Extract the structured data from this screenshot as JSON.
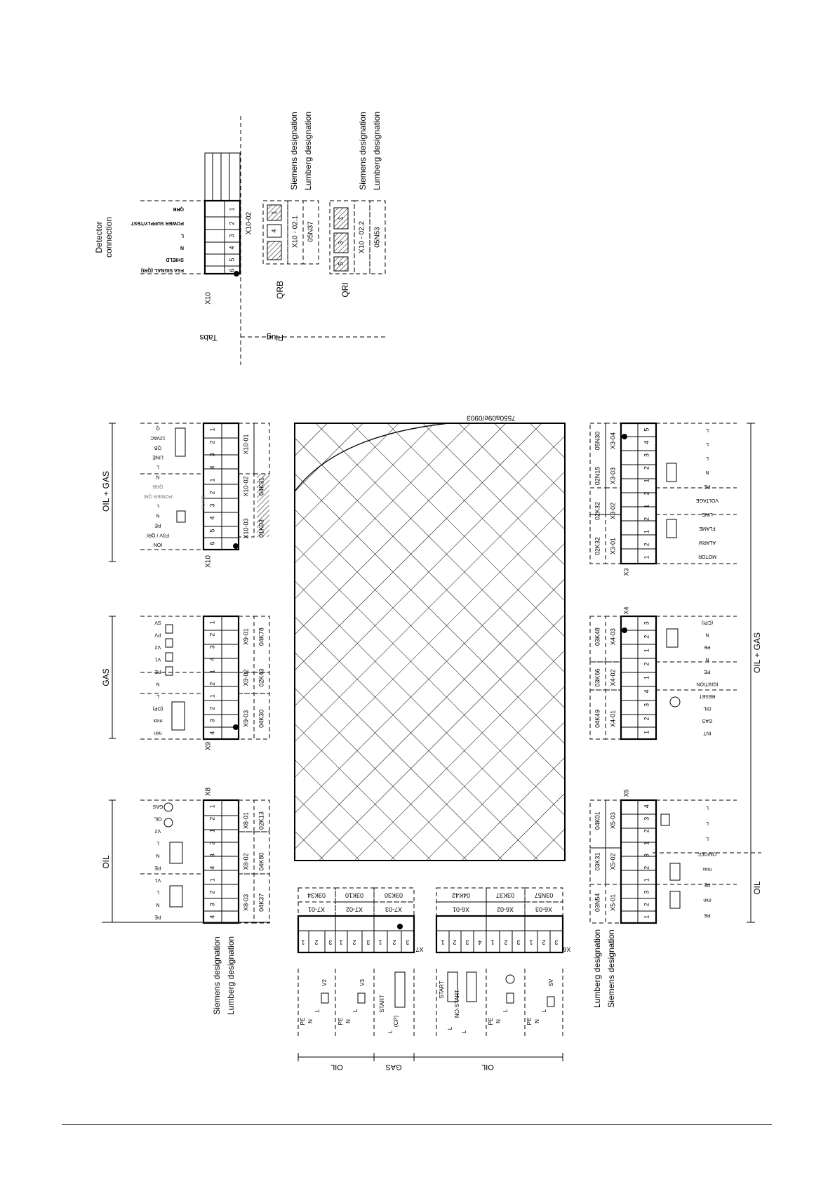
{
  "detector": {
    "title_line1": "Detector",
    "title_line2": "connection",
    "signals": [
      "QRB",
      "POWER SUPPLY/TEST",
      "L",
      "N",
      "SHIELD",
      "FSA SIGNAL (QRI)"
    ],
    "pins": [
      "1",
      "2",
      "3",
      "4",
      "5",
      "6"
    ],
    "tabs_label": "Tabs",
    "plug_label": "Plug",
    "x10_label": "X10",
    "x10_02_label": "X10-02",
    "qrb_label": "QRB",
    "qrb_plug": "X10 - 02.1",
    "qrb_lumberg": "05N37",
    "qrb_pin_a": "4",
    "qrb_pin_b": "1",
    "qri_label": "QRI",
    "qri_plug": "X10 - 02.2",
    "qri_lumberg": "05N53",
    "qri_pins": [
      "5",
      "3",
      "1"
    ],
    "siemens": "Siemens designation",
    "lumberg": "Lumberg designation"
  },
  "drawing_number": "7550a09e/0903",
  "left": {
    "oilgas_label": "OIL + GAS",
    "gas_label": "GAS",
    "oil_label": "OIL",
    "x10": {
      "label": "X10",
      "pins": [
        "6",
        "5",
        "4",
        "3",
        "2",
        "1",
        "4",
        "3",
        "2",
        "1"
      ],
      "signals": [
        "ION",
        "FSV / QRI",
        "PE",
        "N",
        "L",
        "POWER QRI",
        "QRB",
        "N",
        "L",
        "LINE",
        "QB",
        "12VAC",
        "Q"
      ],
      "flame": "FLAME",
      "parts": [
        "X10-03",
        "X10-02",
        "X10-01"
      ],
      "lumberg": [
        "01K03",
        "04K31"
      ]
    },
    "x9": {
      "label": "X9",
      "pins": [
        "4",
        "3",
        "2",
        "1",
        "2",
        "1",
        "4",
        "3",
        "2",
        "1"
      ],
      "signals": [
        "min",
        "max",
        "(OP)",
        "L",
        "N",
        "PE",
        "V1",
        "V2",
        "PV",
        "SV"
      ],
      "parts": [
        "X9-03",
        "X9-02",
        "X9-01"
      ],
      "lumberg": [
        "04K30",
        "02K43",
        "04K78"
      ]
    },
    "x8": {
      "label": "X8",
      "pins": [
        "4",
        "3",
        "2",
        "1",
        "4",
        "3",
        "2",
        "1",
        "2",
        "1"
      ],
      "signals": [
        "PE",
        "N",
        "L",
        "V1",
        "PE",
        "N",
        "L",
        "V2",
        "OIL",
        "GAS"
      ],
      "parts": [
        "X8-03",
        "X8-02",
        "X8-01"
      ],
      "lumberg": [
        "04K37",
        "04K80",
        "02K13"
      ]
    },
    "siemens": "Siemens designation",
    "lumberg": "Lumberg designation"
  },
  "bottom": {
    "x7": {
      "label": "X7",
      "pins": [
        "1",
        "2",
        "3",
        "1",
        "2",
        "3",
        "1",
        "2",
        "3"
      ],
      "parts": [
        "X7-01",
        "X7-02",
        "X7-03"
      ],
      "lumberg": [
        "03K34",
        "03K10",
        "03K30"
      ]
    },
    "x6": {
      "label": "X6",
      "pins": [
        "1",
        "2",
        "3",
        "4",
        "1",
        "2",
        "3",
        "1",
        "2",
        "3"
      ],
      "parts": [
        "X6-01",
        "X6-02",
        "X6-03"
      ],
      "lumberg": [
        "04K42",
        "03K37",
        "03N57"
      ]
    },
    "device_labels": [
      "PE",
      "N",
      "L",
      "V2",
      "PE",
      "N",
      "L",
      "V3",
      "START",
      "L",
      "(CP)",
      "START",
      "L",
      "NO-START",
      "L",
      "PE",
      "N",
      "L",
      "PE",
      "N",
      "L",
      "SV"
    ],
    "span_oil_1": "OIL",
    "span_gas": "GAS",
    "span_oil_2": "OIL"
  },
  "right": {
    "oilgas_label": "OIL + GAS",
    "oil_label": "OIL",
    "x3": {
      "label": "X3",
      "pins": [
        "1",
        "2",
        "1",
        "2",
        "1",
        "2",
        "1",
        "2",
        "3",
        "4",
        "5"
      ],
      "parts": [
        "X3-01",
        "X3-02",
        "X3-03",
        "X3-04"
      ],
      "lumberg": [
        "02K32",
        "02K32",
        "02N15",
        "05N30"
      ],
      "signals": [
        "MOTOR",
        "ALARM",
        "FLAME",
        "LINE",
        "VOLTAGE",
        "PE",
        "N",
        "L",
        "L",
        "L"
      ]
    },
    "x4": {
      "label": "X4",
      "pins": [
        "1",
        "2",
        "3",
        "4",
        "1",
        "2",
        "1",
        "2",
        "3"
      ],
      "parts": [
        "X4-01",
        "X4-02",
        "X4-03"
      ],
      "lumberg": [
        "04K49",
        "03K66",
        "03K48"
      ],
      "signals": [
        "INT",
        "GAS",
        "OIL",
        "RESET",
        "IGNITION",
        "PE",
        "N",
        "PE",
        "N",
        "(CPI)"
      ]
    },
    "x5": {
      "label": "X5",
      "pins": [
        "1",
        "2",
        "3",
        "1",
        "2",
        "3",
        "1",
        "2",
        "3",
        "4"
      ],
      "parts": [
        "X5-01",
        "X5-02",
        "X5-03"
      ],
      "lumberg": [
        "03N54",
        "03K31",
        "04K01"
      ],
      "signals": [
        "PE",
        "min",
        "PE",
        "max",
        "ON/OFF",
        "L",
        "L",
        "L"
      ]
    },
    "lumberg": "Lumberg designation",
    "siemens": "Siemens designation"
  }
}
